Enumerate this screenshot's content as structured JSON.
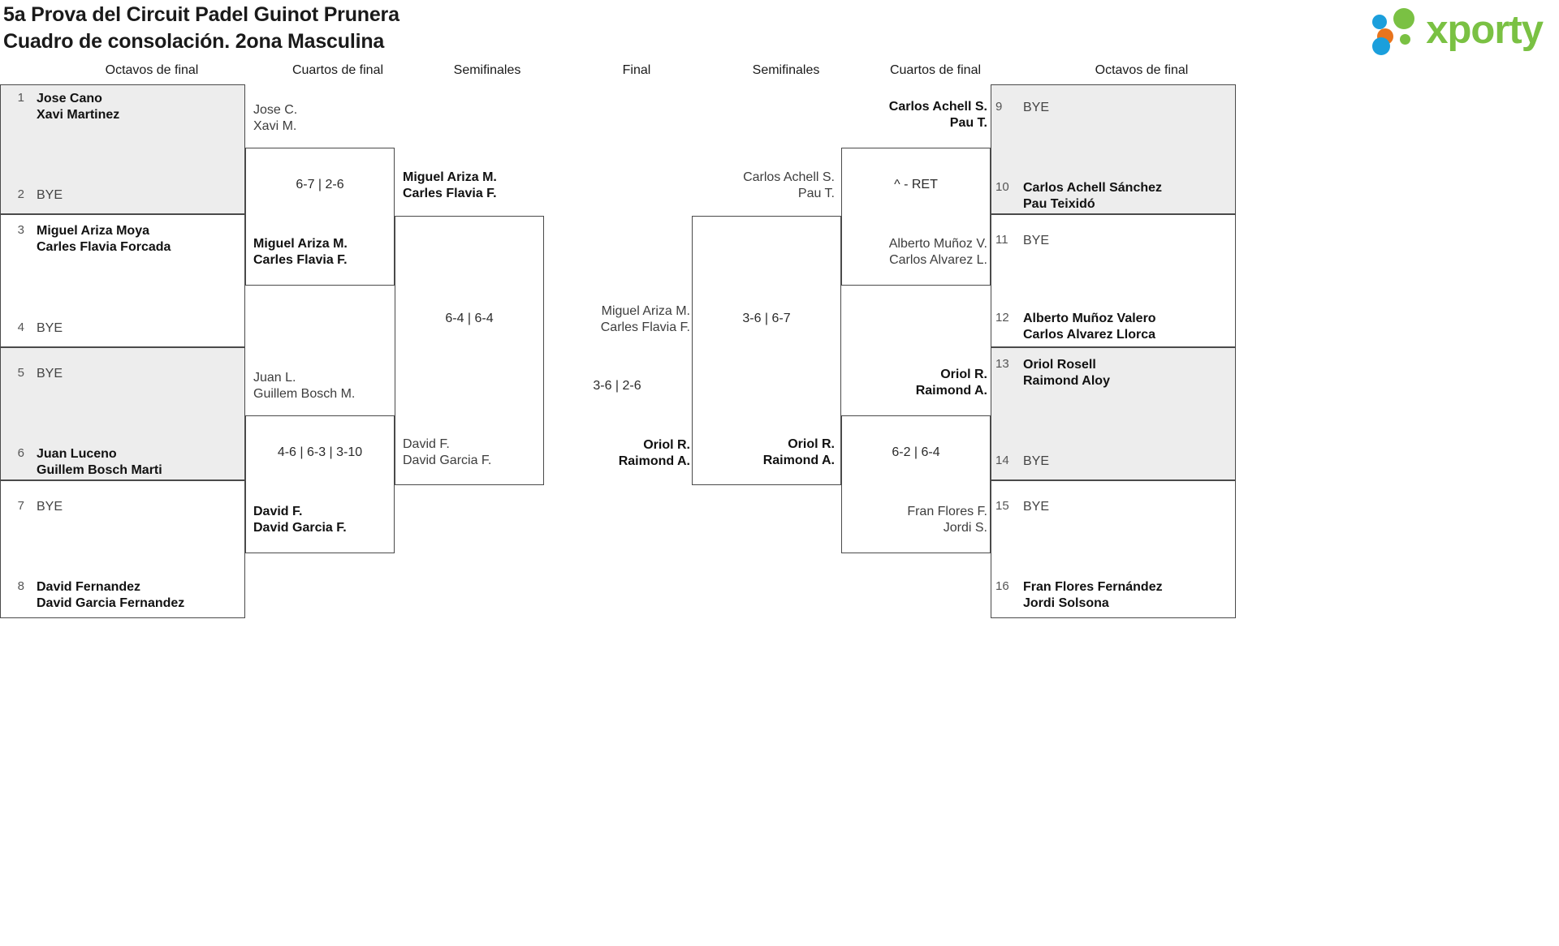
{
  "header": {
    "title_line1": "5a Prova del Circuit Padel Guinot Prunera",
    "title_line2": "Cuadro de consolación. 2ona Masculina",
    "logo_text": "xporty",
    "colors": {
      "green": "#7ac143",
      "blue": "#1b9fdc",
      "orange": "#e8741c"
    }
  },
  "round_headers": {
    "left_octavos": "Octavos de final",
    "left_cuartos": "Cuartos de final",
    "left_semis": "Semifinales",
    "final": "Final",
    "right_semis": "Semifinales",
    "right_cuartos": "Cuartos de final",
    "right_octavos": "Octavos de final"
  },
  "left_octavos": [
    {
      "seed": "1",
      "line1": "Jose Cano",
      "line2": "Xavi Martinez",
      "bye": false
    },
    {
      "seed": "2",
      "line1": "BYE",
      "line2": "",
      "bye": true
    },
    {
      "seed": "3",
      "line1": "Miguel Ariza Moya",
      "line2": "Carles Flavia Forcada",
      "bye": false
    },
    {
      "seed": "4",
      "line1": "BYE",
      "line2": "",
      "bye": true
    },
    {
      "seed": "5",
      "line1": "BYE",
      "line2": "",
      "bye": true
    },
    {
      "seed": "6",
      "line1": "Juan Luceno",
      "line2": "Guillem Bosch Marti",
      "bye": false
    },
    {
      "seed": "7",
      "line1": "BYE",
      "line2": "",
      "bye": true
    },
    {
      "seed": "8",
      "line1": "David Fernandez",
      "line2": "David Garcia Fernandez",
      "bye": false
    }
  ],
  "right_octavos": [
    {
      "seed": "9",
      "line1": "BYE",
      "line2": "",
      "bye": true
    },
    {
      "seed": "10",
      "line1": "Carlos Achell Sánchez",
      "line2": "Pau Teixidó",
      "bye": false
    },
    {
      "seed": "11",
      "line1": "BYE",
      "line2": "",
      "bye": true
    },
    {
      "seed": "12",
      "line1": "Alberto Muñoz Valero",
      "line2": "Carlos Alvarez Llorca",
      "bye": false
    },
    {
      "seed": "13",
      "line1": "Oriol Rosell",
      "line2": "Raimond Aloy",
      "bye": false
    },
    {
      "seed": "14",
      "line1": "BYE",
      "line2": "",
      "bye": true
    },
    {
      "seed": "15",
      "line1": "BYE",
      "line2": "",
      "bye": true
    },
    {
      "seed": "16",
      "line1": "Fran Flores Fernández",
      "line2": "Jordi Solsona",
      "bye": false
    }
  ],
  "left_cuartos": [
    {
      "top_l1": "Jose C.",
      "top_l2": "Xavi M.",
      "top_win": false,
      "bot_l1": "Miguel Ariza M.",
      "bot_l2": "Carles Flavia F.",
      "bot_win": true,
      "score": "6-7 | 2-6"
    },
    {
      "top_l1": "Juan L.",
      "top_l2": "Guillem Bosch M.",
      "top_win": false,
      "bot_l1": "David F.",
      "bot_l2": "David Garcia F.",
      "bot_win": true,
      "score": "4-6 | 6-3 | 3-10"
    }
  ],
  "left_semis": [
    {
      "top_l1": "Miguel Ariza M.",
      "top_l2": "Carles Flavia F.",
      "top_win": true,
      "bot_l1": "David F.",
      "bot_l2": "David Garcia F.",
      "bot_win": false,
      "score": "6-4 | 6-4"
    }
  ],
  "right_cuartos": [
    {
      "top_l1": "Carlos Achell S.",
      "top_l2": "Pau T.",
      "top_win": true,
      "bot_l1": "Alberto Muñoz V.",
      "bot_l2": "Carlos Alvarez L.",
      "bot_win": false,
      "score": "^ - RET"
    },
    {
      "top_l1": "Oriol R.",
      "top_l2": "Raimond A.",
      "top_win": true,
      "bot_l1": "Fran Flores F.",
      "bot_l2": "Jordi S.",
      "bot_win": false,
      "score": "6-2 | 6-4"
    }
  ],
  "right_semis": [
    {
      "top_l1": "Carlos Achell S.",
      "top_l2": "Pau T.",
      "top_win": false,
      "bot_l1": "Oriol R.",
      "bot_l2": "Raimond A.",
      "bot_win": true,
      "score": "3-6 | 6-7"
    }
  ],
  "final": {
    "top_l1": "Miguel Ariza M.",
    "top_l2": "Carles Flavia F.",
    "top_win": false,
    "bot_l1": "Oriol R.",
    "bot_l2": "Raimond A.",
    "bot_win": true,
    "score": "3-6 | 2-6"
  }
}
